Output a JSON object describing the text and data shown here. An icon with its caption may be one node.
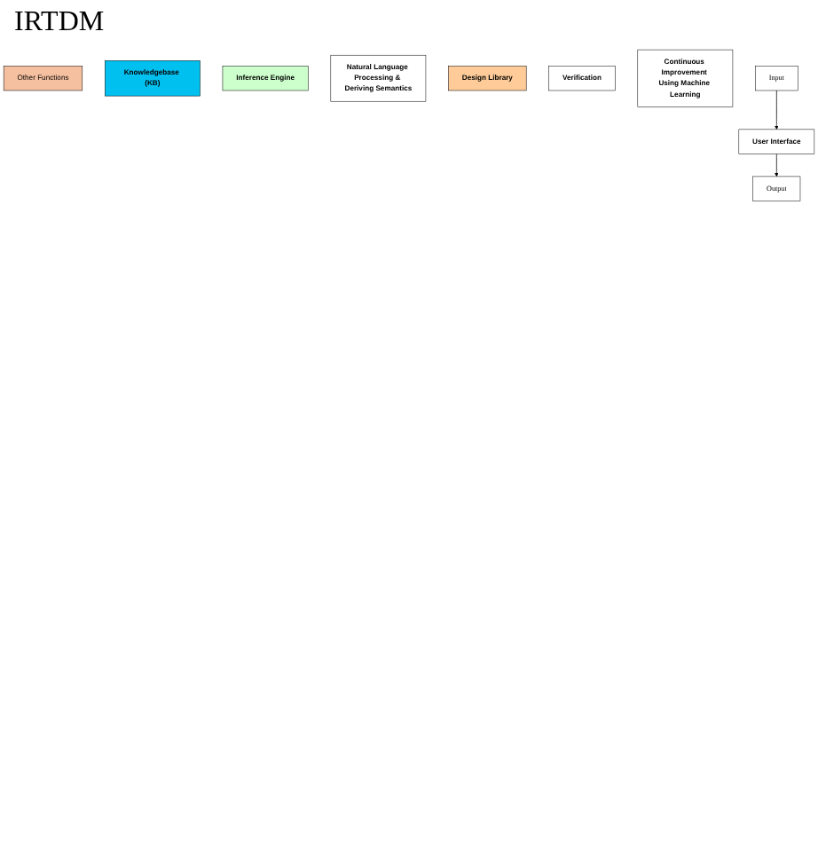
{
  "diagram": {
    "title": "IRTDM",
    "nodes": [
      {
        "text": [
          "Other Functions"
        ]
      },
      {
        "text": [
          "Knowledgebase (KB)"
        ]
      },
      {
        "text": [
          "Inference Engine"
        ]
      },
      {
        "text": [
          "Natural Language Processing & Deriving Semantics"
        ]
      },
      {
        "text": [
          "Design Library"
        ]
      },
      {
        "text": [
          "Verification"
        ]
      },
      {
        "text": [
          "User Interface"
        ]
      },
      {
        "text": [
          "Continuous Improvement Using Machine Learning"
        ]
      },
      {
        "text": [
          "Input"
        ]
      },
      {
        "text": [
          "Output"
        ]
      }
    ],
    "edges": [
      {
        "from": 8,
        "to": 6,
        "arrow": "to"
      },
      {
        "from": 6,
        "to": 9,
        "arrow": "to"
      }
    ]
  }
}
